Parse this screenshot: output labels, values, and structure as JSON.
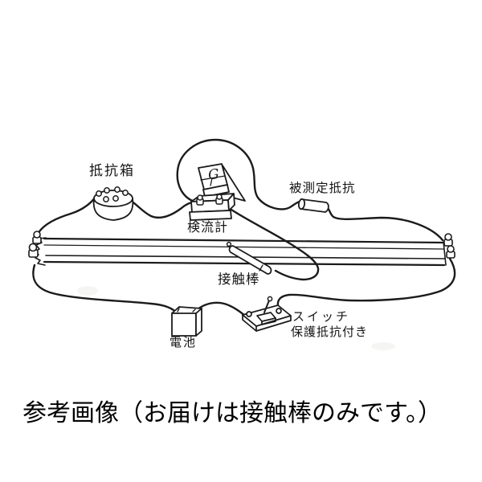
{
  "diagram": {
    "caption": "参考画像（お届けは接触棒のみです。）",
    "labels": {
      "resistance_box": "抵抗箱",
      "measured_resistance": "被測定抵抗",
      "galvanometer": "検流計",
      "galvanometer_glyph": "G",
      "contact_rod": "接触棒",
      "battery": "電池",
      "switch_line1": "スイッチ",
      "switch_line2": "保護抵抗付き"
    },
    "colors": {
      "line": "#1b1b1b",
      "background": "#ffffff"
    }
  }
}
